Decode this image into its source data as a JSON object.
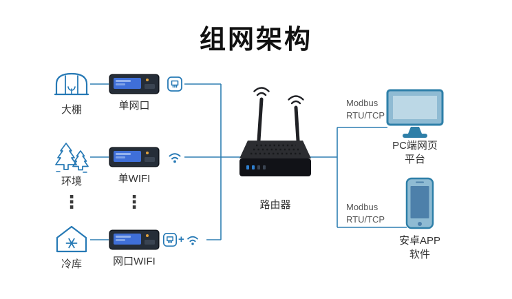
{
  "title": "组网架构",
  "colors": {
    "line": "#2e7fb2",
    "icon": "#2679b5",
    "text": "#333333",
    "muted_text": "#555555",
    "device_body": "#252d38",
    "device_screen": "#3f6fd8",
    "hardware_blue": "#8fbbd3",
    "hardware_blue_dark": "#2e7fa8"
  },
  "left_nodes": [
    {
      "id": "greenhouse",
      "label": "大棚"
    },
    {
      "id": "environment",
      "label": "环境"
    },
    {
      "id": "cold-storage",
      "label": "冷库"
    }
  ],
  "ellipsis": "⋮",
  "devices": [
    {
      "id": "single-lan",
      "label": "单网口"
    },
    {
      "id": "single-wifi",
      "label": "单WIFI"
    },
    {
      "id": "lan-wifi",
      "label": "网口WIFI",
      "plus": "+"
    }
  ],
  "router": {
    "label": "路由器"
  },
  "links": [
    {
      "protocol_line1": "Modbus",
      "protocol_line2": "RTU/TCP"
    },
    {
      "protocol_line1": "Modbus",
      "protocol_line2": "RTU/TCP"
    }
  ],
  "endpoints": [
    {
      "id": "pc-web",
      "label_line1": "PC端网页",
      "label_line2": "平台"
    },
    {
      "id": "android-app",
      "label_line1": "安卓APP",
      "label_line2": "软件"
    }
  ]
}
